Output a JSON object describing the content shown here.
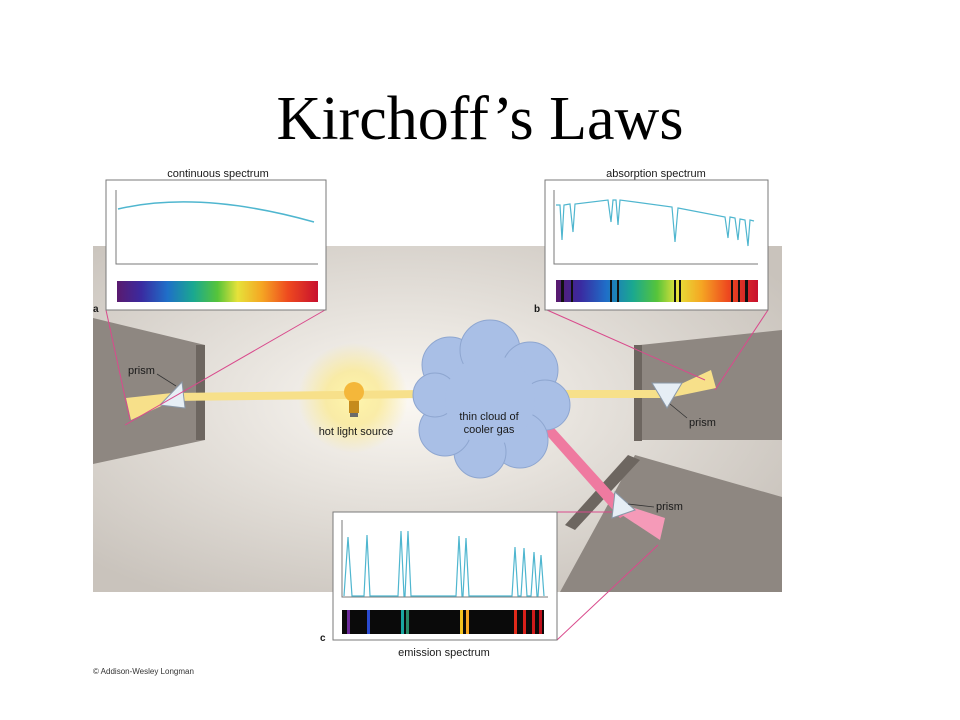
{
  "title": "Kirchoff’s Laws",
  "labels": {
    "continuous_spectrum": "continuous spectrum",
    "absorption_spectrum": "absorption spectrum",
    "emission_spectrum": "emission spectrum",
    "prism": "prism",
    "hot_light_source": "hot light source",
    "cloud_line1": "thin cloud of",
    "cloud_line2": "cooler gas",
    "panel_a": "a",
    "panel_b": "b",
    "panel_c": "c",
    "credit": "© Addison-Wesley Longman"
  },
  "colors": {
    "curve": "#4fb6cf",
    "frame": "#7a7a7a",
    "guide": "#d94a8c",
    "beam_yellow": "#f7e08a",
    "beam_pink": "#ef7aa0",
    "cloud": "#a9bfe6",
    "background_room": "#d2ccc6"
  }
}
